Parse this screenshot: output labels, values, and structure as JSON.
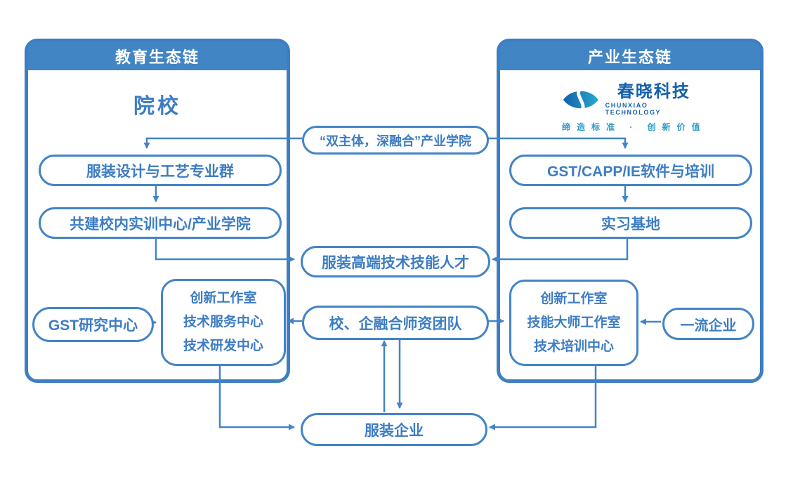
{
  "diagram": {
    "left_chain": {
      "header": "教育生态链",
      "title": "院校",
      "pill_fashion_group": "服装设计与工艺专业群",
      "pill_training_center": "共建校内实训中心/产业学院",
      "pill_gst_research": "GST研究中心",
      "center_box_lines": [
        "创新工作室",
        "技术服务中心",
        "技术研发中心"
      ]
    },
    "right_chain": {
      "header": "产业生态链",
      "logo": {
        "name": "春晓科技",
        "subtitle": "CHUNXIAO TECHNOLOGY",
        "tagline": "缔造标准 · 创新价值"
      },
      "pill_software_training": "GST/CAPP/IE软件与培训",
      "pill_internship_base": "实习基地",
      "pill_first_class_enterprise": "一流企业",
      "center_box_lines": [
        "创新工作室",
        "技能大师工作室",
        "技术培训中心"
      ]
    },
    "middle": {
      "industry_college": "“双主体，深融合”产业学院",
      "talent": "服装高端技术技能人才",
      "faculty_team": "校、企融合师资团队",
      "garment_enterprise": "服装企业"
    },
    "colors": {
      "header_fill": "#4285C4",
      "container_border": "#3E7EC2",
      "accent": "#4384C7",
      "text_blue": "#3D7DC3",
      "logo_blue": "#1460AB",
      "logo_teal": "#29A9CB",
      "tagline_color": "#2E9AC6"
    }
  }
}
